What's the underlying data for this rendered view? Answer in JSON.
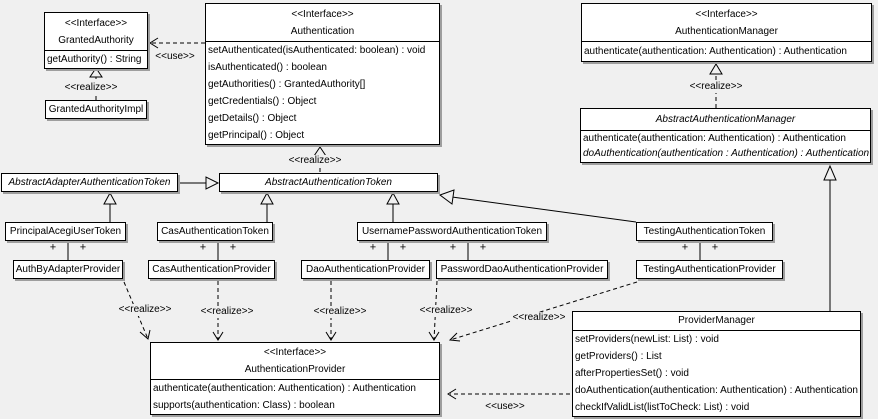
{
  "canvas": {
    "background": "#f0f0f0",
    "box_fill": "#ffffff",
    "line_color": "#000000",
    "shadow_color": "#9e9e9e"
  },
  "labels": {
    "use": "<<use>>",
    "realize": "<<realize>>",
    "plus": "+",
    "interface_stereotype": "<<Interface>>"
  },
  "classes": {
    "granted_authority": {
      "stereotype": "<<Interface>>",
      "name": "GrantedAuthority",
      "methods": [
        "getAuthority() : String"
      ]
    },
    "granted_authority_impl": {
      "name": "GrantedAuthorityImpl"
    },
    "authentication": {
      "stereotype": "<<Interface>>",
      "name": "Authentication",
      "methods": [
        "setAuthenticated(isAuthenticated: boolean) : void",
        "isAuthenticated() : boolean",
        "getAuthorities() : GrantedAuthority[]",
        "getCredentials() : Object",
        "getDetails() : Object",
        "getPrincipal() : Object"
      ]
    },
    "authentication_manager": {
      "stereotype": "<<Interface>>",
      "name": "AuthenticationManager",
      "methods": [
        "authenticate(authentication: Authentication) : Authentication"
      ]
    },
    "abstract_authentication_manager": {
      "name": "AbstractAuthenticationManager",
      "methods": [
        "authenticate(authentication: Authentication) : Authentication",
        "doAuthentication(authentication : Authentication) : Authentication"
      ]
    },
    "abstract_adapter_authentication_token": {
      "name": "AbstractAdapterAuthenticationToken"
    },
    "abstract_authentication_token": {
      "name": "AbstractAuthenticationToken"
    },
    "principal_acegi_user_token": {
      "name": "PrincipalAcegiUserToken"
    },
    "cas_authentication_token": {
      "name": "CasAuthenticationToken"
    },
    "username_password_authentication_token": {
      "name": "UsernamePasswordAuthenticationToken"
    },
    "testing_authentication_token": {
      "name": "TestingAuthenticationToken"
    },
    "auth_by_adapter_provider": {
      "name": "AuthByAdapterProvider"
    },
    "cas_authentication_provider": {
      "name": "CasAuthenticationProvider"
    },
    "dao_authentication_provider": {
      "name": "DaoAuthenticationProvider"
    },
    "password_dao_authentication_provider": {
      "name": "PasswordDaoAuthenticationProvider"
    },
    "testing_authentication_provider": {
      "name": "TestingAuthenticationProvider"
    },
    "authentication_provider": {
      "stereotype": "<<Interface>>",
      "name": "AuthenticationProvider",
      "methods": [
        "authenticate(authentication: Authentication) : Authentication",
        "supports(authentication: Class) : boolean"
      ]
    },
    "provider_manager": {
      "name": "ProviderManager",
      "methods": [
        "setProviders(newList: List) : void",
        "getProviders() : List",
        "afterPropertiesSet() : void",
        "doAuthentication(authentication: Authentication) : Authentication",
        "checkIfValidList(listToCheck: List) : void"
      ]
    }
  }
}
